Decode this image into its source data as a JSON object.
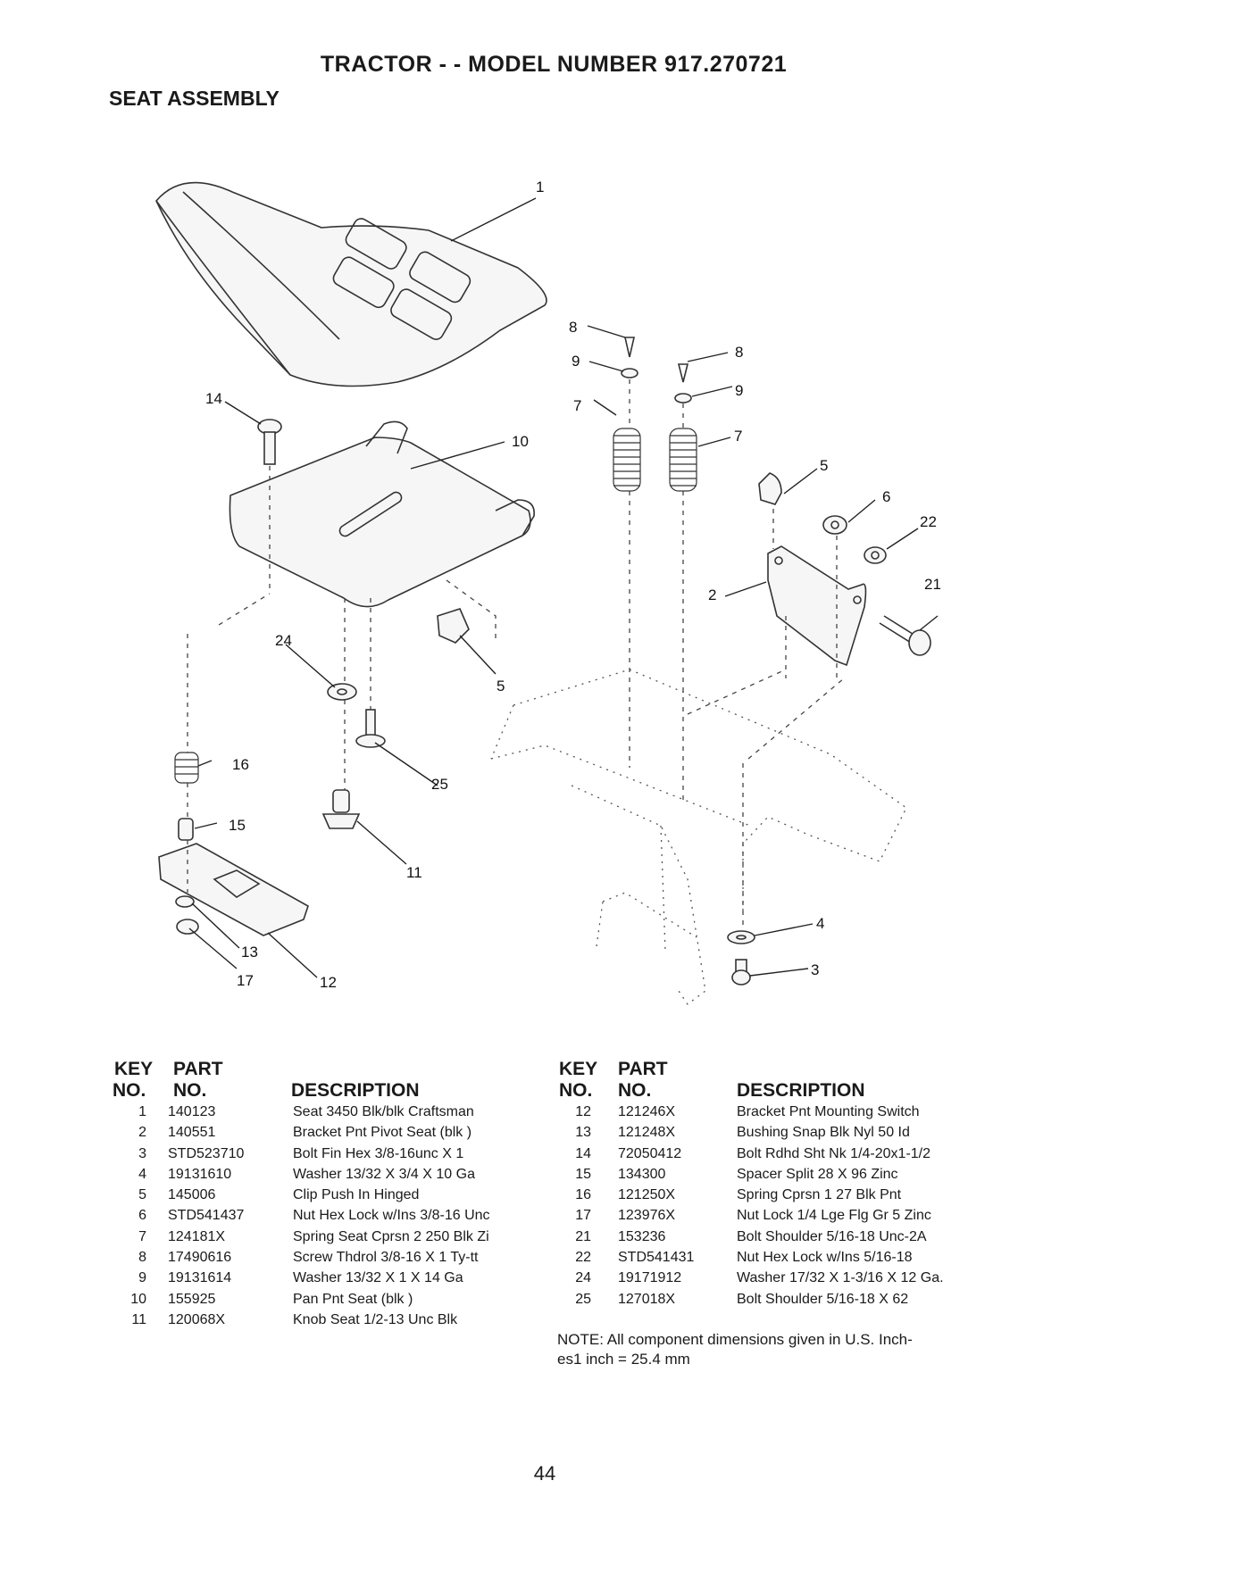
{
  "header": {
    "title": "TRACTOR - - MODEL NUMBER 917.270721",
    "subtitle": "SEAT ASSEMBLY"
  },
  "diagram": {
    "callouts": [
      "1",
      "14",
      "10",
      "8",
      "9",
      "7",
      "8",
      "9",
      "7",
      "5",
      "6",
      "22",
      "21",
      "2",
      "24",
      "5",
      "16",
      "25",
      "15",
      "11",
      "13",
      "17",
      "12",
      "4",
      "3"
    ]
  },
  "table_headers": {
    "key_line1": "KEY",
    "key_line2": "NO.",
    "part_line1": "PART",
    "part_line2": "NO.",
    "description": "DESCRIPTION"
  },
  "parts_left": [
    {
      "key": "1",
      "part": "140123",
      "desc": "Seat 3450 Blk/blk Craftsman"
    },
    {
      "key": "2",
      "part": "140551",
      "desc": "Bracket Pnt Pivot Seat (blk )"
    },
    {
      "key": "3",
      "part": "STD523710",
      "desc": "Bolt Fin Hex 3/8-16unc X 1"
    },
    {
      "key": "4",
      "part": "19131610",
      "desc": "Washer 13/32 X 3/4 X 10 Ga"
    },
    {
      "key": "5",
      "part": "145006",
      "desc": "Clip Push In Hinged"
    },
    {
      "key": "6",
      "part": "STD541437",
      "desc": "Nut Hex Lock w/Ins 3/8-16 Unc"
    },
    {
      "key": "7",
      "part": "124181X",
      "desc": "Spring Seat Cprsn 2 250 Blk Zi"
    },
    {
      "key": "8",
      "part": "17490616",
      "desc": "Screw Thdrol 3/8-16 X 1 Ty-tt"
    },
    {
      "key": "9",
      "part": "19131614",
      "desc": "Washer 13/32 X 1 X 14 Ga"
    },
    {
      "key": "10",
      "part": "155925",
      "desc": "Pan Pnt Seat (blk )"
    },
    {
      "key": "11",
      "part": "120068X",
      "desc": "Knob Seat 1/2-13 Unc Blk"
    }
  ],
  "parts_right": [
    {
      "key": "12",
      "part": "121246X",
      "desc": "Bracket Pnt Mounting Switch"
    },
    {
      "key": "13",
      "part": "121248X",
      "desc": "Bushing Snap Blk Nyl 50 Id"
    },
    {
      "key": "14",
      "part": "72050412",
      "desc": "Bolt Rdhd Sht Nk 1/4-20x1-1/2"
    },
    {
      "key": "15",
      "part": "134300",
      "desc": "Spacer Split 28 X 96 Zinc"
    },
    {
      "key": "16",
      "part": "121250X",
      "desc": "Spring Cprsn 1 27 Blk Pnt"
    },
    {
      "key": "17",
      "part": "123976X",
      "desc": "Nut Lock 1/4 Lge Flg Gr 5 Zinc"
    },
    {
      "key": "21",
      "part": "153236",
      "desc": "Bolt Shoulder 5/16-18 Unc-2A"
    },
    {
      "key": "22",
      "part": "STD541431",
      "desc": "Nut Hex Lock w/Ins 5/16-18"
    },
    {
      "key": "24",
      "part": "19171912",
      "desc": "Washer 17/32 X 1-3/16 X 12 Ga."
    },
    {
      "key": "25",
      "part": "127018X",
      "desc": "Bolt Shoulder 5/16-18 X 62"
    }
  ],
  "note": {
    "line1": "NOTE: All component dimensions given in U.S. Inch-",
    "line2": "es1 inch = 25.4 mm"
  },
  "footer": {
    "page_number": "44"
  }
}
